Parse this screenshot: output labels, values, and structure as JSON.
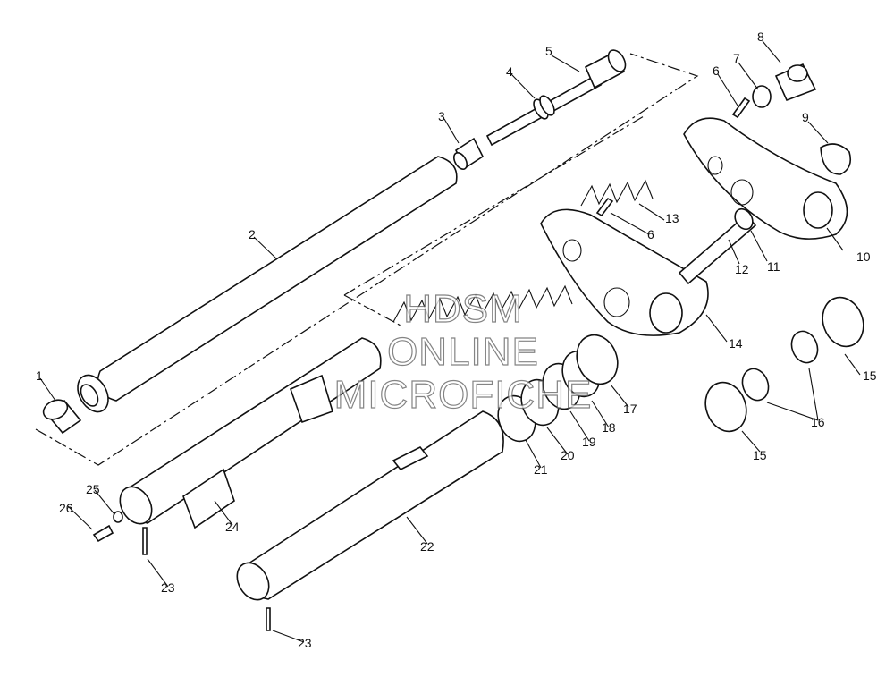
{
  "diagram": {
    "kind": "exploded parts diagram",
    "watermark": [
      "HDSM",
      "ONLINE",
      "MICROFICHE"
    ],
    "callouts": [
      "1",
      "2",
      "3",
      "4",
      "5",
      "6",
      "7",
      "8",
      "9",
      "10",
      "11",
      "12",
      "13",
      "6",
      "14",
      "15",
      "15",
      "16",
      "17",
      "18",
      "19",
      "20",
      "21",
      "22",
      "23",
      "23",
      "24",
      "25",
      "26"
    ]
  }
}
